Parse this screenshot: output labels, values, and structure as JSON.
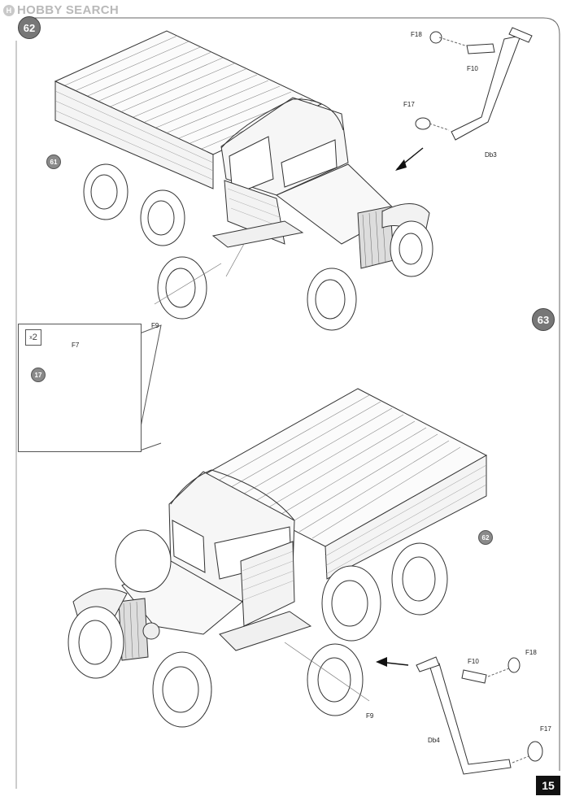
{
  "watermark": {
    "text": "HOBBY SEARCH",
    "logo_glyph": "H"
  },
  "step_62": {
    "number": "62",
    "ref_callout": "61",
    "parts": {
      "f18": "F18",
      "f10": "F10",
      "f17": "F17",
      "db3": "Db3",
      "f9": "F9"
    }
  },
  "inset": {
    "quantity_x": "x",
    "quantity_n": "2",
    "ref_callout": "17",
    "part_f7": "F7"
  },
  "step_63": {
    "number": "63",
    "ref_callout": "62",
    "parts": {
      "f10": "F10",
      "f18": "F18",
      "f17": "F17",
      "db4": "Db4",
      "f9": "F9"
    }
  },
  "page_number": "15"
}
